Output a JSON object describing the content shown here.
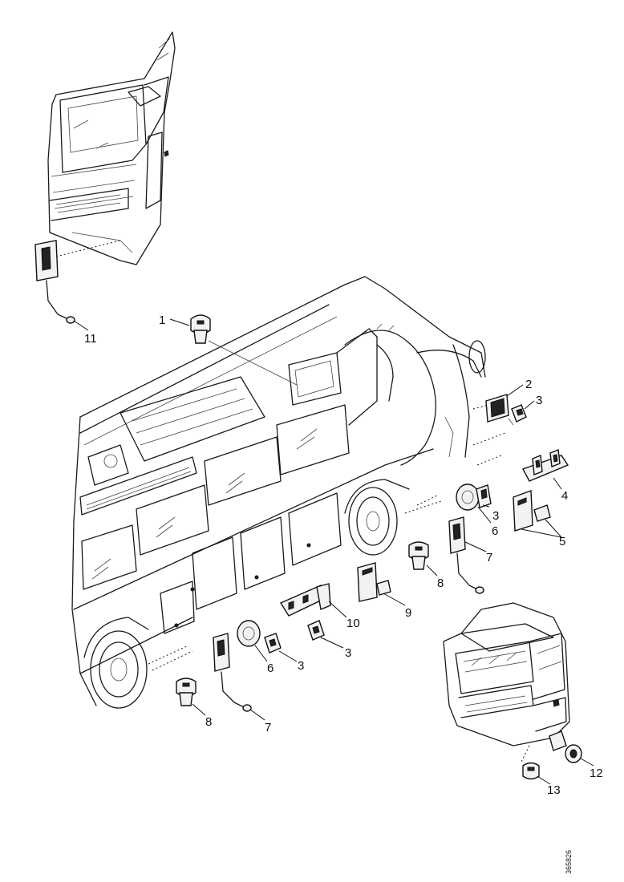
{
  "callouts": {
    "c1": "1",
    "c2": "2",
    "c3a": "3",
    "c3b": "3",
    "c3c": "3",
    "c3d": "3",
    "c4": "4",
    "c5": "5",
    "c6a": "6",
    "c6b": "6",
    "c7a": "7",
    "c7b": "7",
    "c8a": "8",
    "c8b": "8",
    "c9": "9",
    "c10": "10",
    "c11": "11",
    "c12": "12",
    "c13": "13"
  },
  "drawing_code": "365826"
}
